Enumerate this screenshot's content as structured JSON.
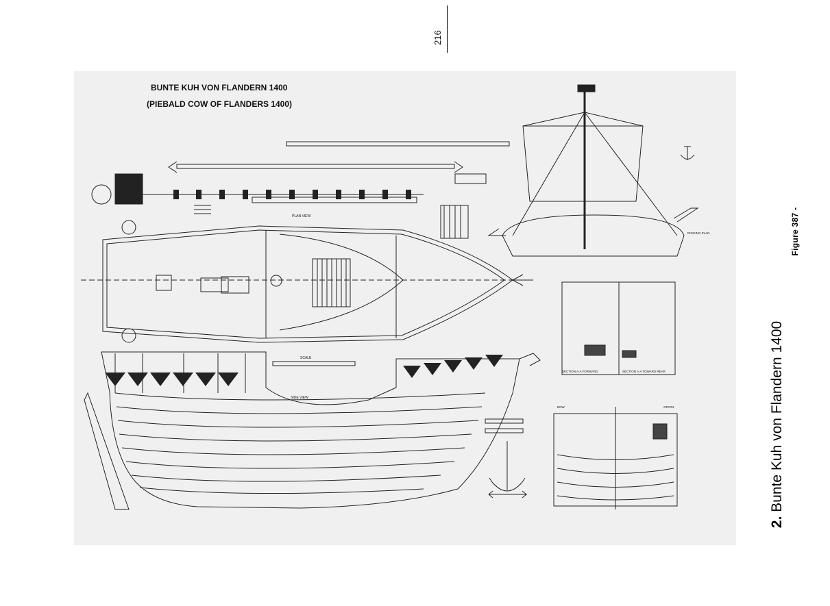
{
  "page": {
    "number": "216"
  },
  "plate": {
    "title": "BUNTE KUH VON FLANDERN 1400",
    "subtitle": "(PIEBALD COW OF FLANDERS 1400)",
    "labels": {
      "plan_view": "PLAN VIEW",
      "side_view": "SIDE VIEW",
      "scale": "SCALE",
      "rigging_plan": "RIGGING PLAN",
      "section_forward": "SECTION A-A FORWARD",
      "section_rear": "SECTION A-A TOWARD REAR",
      "bow": "BOW",
      "stern": "STERN"
    }
  },
  "figure": {
    "label": "Figure 387 -"
  },
  "caption": {
    "number": "2.",
    "text": "Bunte Kuh von Flandern 1400"
  }
}
